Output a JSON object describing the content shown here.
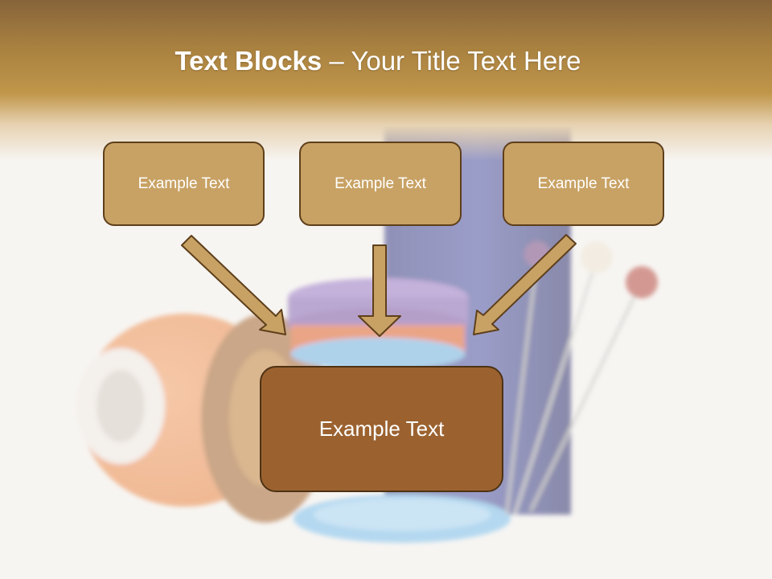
{
  "slide": {
    "title_bold": "Text Blocks",
    "title_dash": " – ",
    "title_rest": "Your Title Text Here",
    "blocks": [
      {
        "label": "Example Text"
      },
      {
        "label": "Example Text"
      },
      {
        "label": "Example Text"
      }
    ],
    "main_block": {
      "label": "Example Text"
    }
  },
  "colors": {
    "header": "#a98140",
    "block_fill": "#c8a264",
    "block_border": "#5e3f1b",
    "main_fill": "#9b6230",
    "arrow_fill": "#c8a264"
  },
  "background_image": "sewing-supplies-photo"
}
